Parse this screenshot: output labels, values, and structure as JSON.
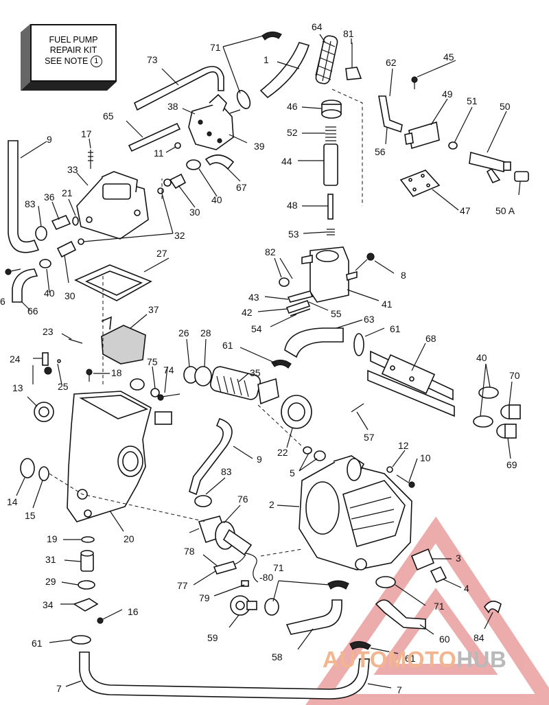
{
  "note_box": {
    "line1": "FUEL PUMP",
    "line2": "REPAIR KIT",
    "line3": "SEE NOTE",
    "note_number": "1"
  },
  "callouts": [
    {
      "id": "c1",
      "text": "1"
    },
    {
      "id": "c2",
      "text": "2"
    },
    {
      "id": "c3",
      "text": "3"
    },
    {
      "id": "c4",
      "text": "4"
    },
    {
      "id": "c5",
      "text": "5"
    },
    {
      "id": "c6",
      "text": "6"
    },
    {
      "id": "c7a",
      "text": "7"
    },
    {
      "id": "c7b",
      "text": "7"
    },
    {
      "id": "c8",
      "text": "8"
    },
    {
      "id": "c9a",
      "text": "9"
    },
    {
      "id": "c9b",
      "text": "9"
    },
    {
      "id": "c10",
      "text": "10"
    },
    {
      "id": "c11",
      "text": "11"
    },
    {
      "id": "c12",
      "text": "12"
    },
    {
      "id": "c13",
      "text": "13"
    },
    {
      "id": "c14",
      "text": "14"
    },
    {
      "id": "c15",
      "text": "15"
    },
    {
      "id": "c16",
      "text": "16"
    },
    {
      "id": "c17",
      "text": "17"
    },
    {
      "id": "c18",
      "text": "18"
    },
    {
      "id": "c19",
      "text": "19"
    },
    {
      "id": "c20",
      "text": "20"
    },
    {
      "id": "c21",
      "text": "21"
    },
    {
      "id": "c22",
      "text": "22"
    },
    {
      "id": "c23",
      "text": "23"
    },
    {
      "id": "c24",
      "text": "24"
    },
    {
      "id": "c25",
      "text": "25"
    },
    {
      "id": "c26",
      "text": "26"
    },
    {
      "id": "c27",
      "text": "27"
    },
    {
      "id": "c28",
      "text": "28"
    },
    {
      "id": "c29",
      "text": "29"
    },
    {
      "id": "c30a",
      "text": "30"
    },
    {
      "id": "c30b",
      "text": "30"
    },
    {
      "id": "c31",
      "text": "31"
    },
    {
      "id": "c32",
      "text": "32"
    },
    {
      "id": "c33",
      "text": "33"
    },
    {
      "id": "c34",
      "text": "34"
    },
    {
      "id": "c35",
      "text": "35"
    },
    {
      "id": "c36",
      "text": "36"
    },
    {
      "id": "c37",
      "text": "37"
    },
    {
      "id": "c38",
      "text": "38"
    },
    {
      "id": "c39",
      "text": "39"
    },
    {
      "id": "c40a",
      "text": "40"
    },
    {
      "id": "c40b",
      "text": "40"
    },
    {
      "id": "c40c",
      "text": "40"
    },
    {
      "id": "c41",
      "text": "41"
    },
    {
      "id": "c42",
      "text": "42"
    },
    {
      "id": "c43",
      "text": "43"
    },
    {
      "id": "c44",
      "text": "44"
    },
    {
      "id": "c45",
      "text": "45"
    },
    {
      "id": "c46",
      "text": "46"
    },
    {
      "id": "c47",
      "text": "47"
    },
    {
      "id": "c48",
      "text": "48"
    },
    {
      "id": "c49",
      "text": "49"
    },
    {
      "id": "c50",
      "text": "50"
    },
    {
      "id": "c50a",
      "text": "50 A"
    },
    {
      "id": "c51",
      "text": "51"
    },
    {
      "id": "c52",
      "text": "52"
    },
    {
      "id": "c53",
      "text": "53"
    },
    {
      "id": "c54",
      "text": "54"
    },
    {
      "id": "c55",
      "text": "55"
    },
    {
      "id": "c56",
      "text": "56"
    },
    {
      "id": "c57",
      "text": "57"
    },
    {
      "id": "c58",
      "text": "58"
    },
    {
      "id": "c59",
      "text": "59"
    },
    {
      "id": "c60",
      "text": "60"
    },
    {
      "id": "c61a",
      "text": "61"
    },
    {
      "id": "c61b",
      "text": "61"
    },
    {
      "id": "c61c",
      "text": "61"
    },
    {
      "id": "c61d",
      "text": "61"
    },
    {
      "id": "c62",
      "text": "62"
    },
    {
      "id": "c63",
      "text": "63"
    },
    {
      "id": "c64",
      "text": "64"
    },
    {
      "id": "c65",
      "text": "65"
    },
    {
      "id": "c66",
      "text": "66"
    },
    {
      "id": "c67",
      "text": "67"
    },
    {
      "id": "c68",
      "text": "68"
    },
    {
      "id": "c69",
      "text": "69"
    },
    {
      "id": "c70",
      "text": "70"
    },
    {
      "id": "c71a",
      "text": "71"
    },
    {
      "id": "c71b",
      "text": "71"
    },
    {
      "id": "c71c",
      "text": "71"
    },
    {
      "id": "c73",
      "text": "73"
    },
    {
      "id": "c74",
      "text": "74"
    },
    {
      "id": "c75",
      "text": "75"
    },
    {
      "id": "c76",
      "text": "76"
    },
    {
      "id": "c77",
      "text": "77"
    },
    {
      "id": "c78",
      "text": "78"
    },
    {
      "id": "c79",
      "text": "79"
    },
    {
      "id": "c80",
      "text": "-80"
    },
    {
      "id": "c81",
      "text": "81"
    },
    {
      "id": "c82",
      "text": "82"
    },
    {
      "id": "c83a",
      "text": "83"
    },
    {
      "id": "c83b",
      "text": "83"
    },
    {
      "id": "c84",
      "text": "84"
    }
  ],
  "watermark": {
    "part1": "AUTO",
    "part2": "MOTO",
    "part3": "HUB",
    "color_orange": "#f3b58f",
    "color_gray": "#b9b9b9",
    "triangle_color": "#e88a8a"
  }
}
